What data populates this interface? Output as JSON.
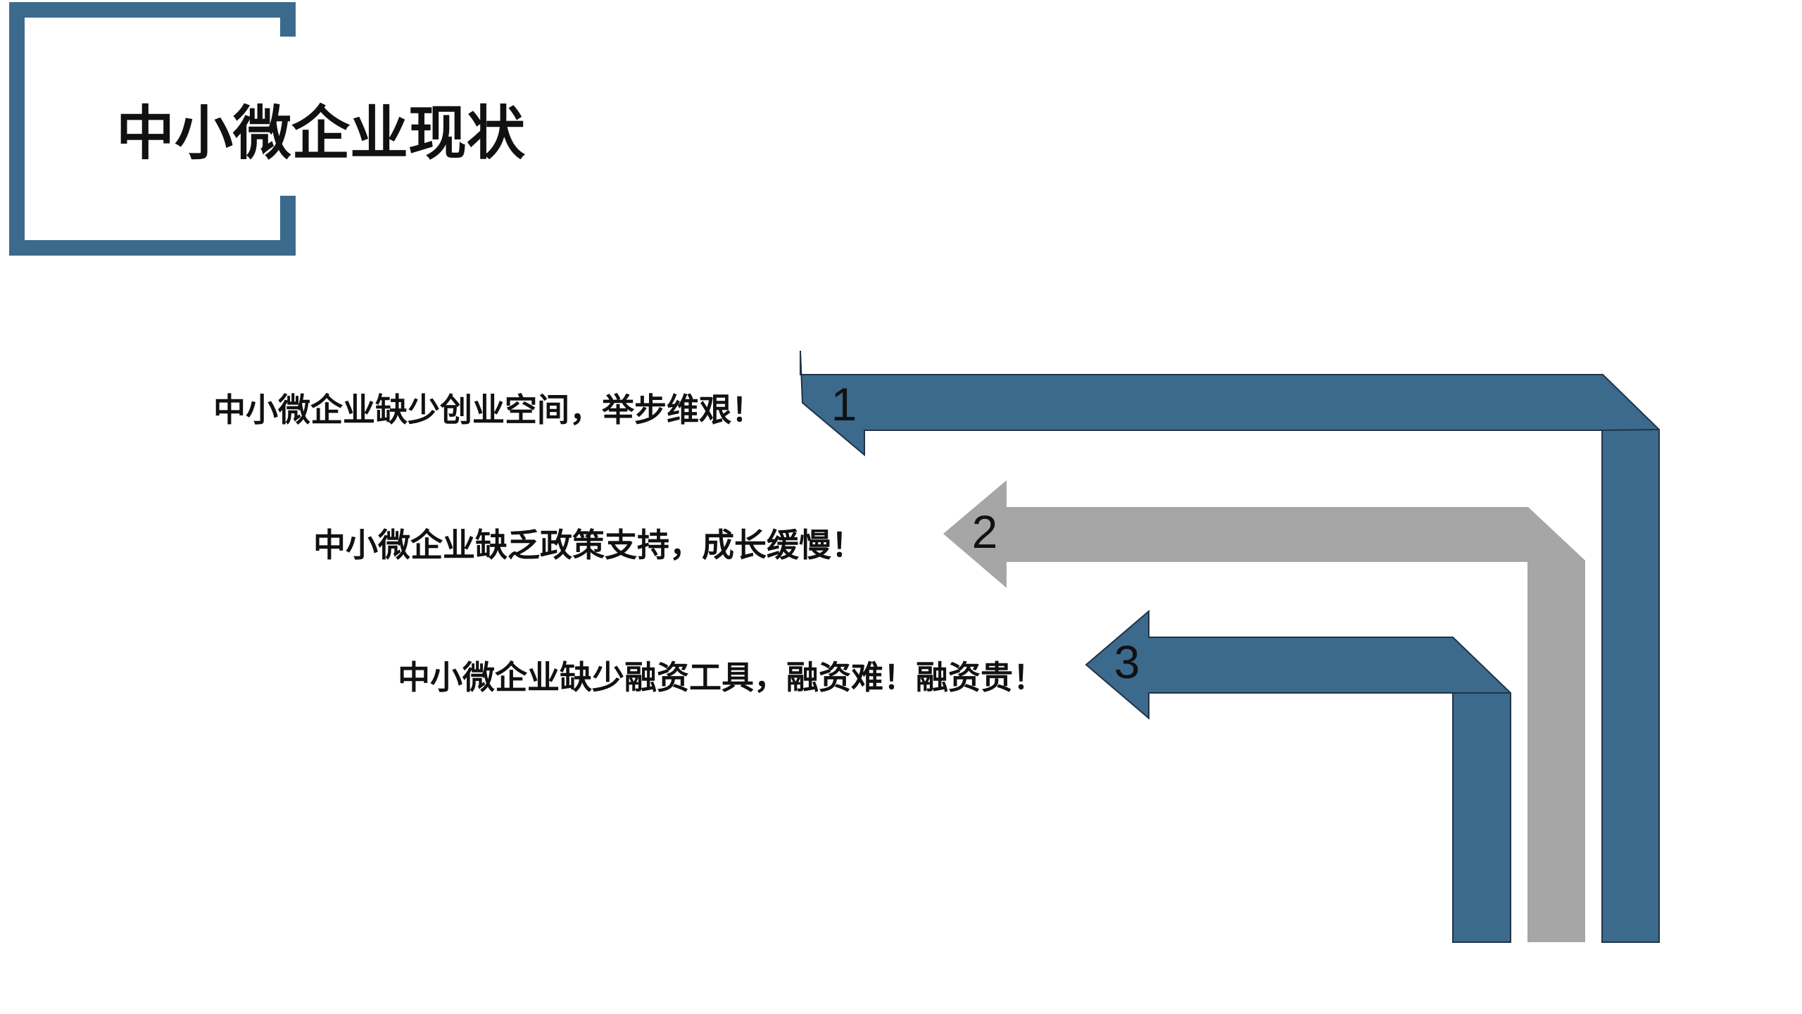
{
  "title": "中小微企业现状",
  "colors": {
    "accent": "#3b6a8c",
    "gray": "#a6a6a6",
    "outline": "#1f3347",
    "text": "#111111"
  },
  "items": [
    {
      "number": "1",
      "text": "中小微企业缺少创业空间，举步维艰！",
      "color": "#3b6a8c"
    },
    {
      "number": "2",
      "text": "中小微企业缺乏政策支持，成长缓慢！",
      "color": "#a6a6a6"
    },
    {
      "number": "3",
      "text": "中小微企业缺少融资工具，融资难！融资贵！",
      "color": "#3b6a8c"
    }
  ]
}
